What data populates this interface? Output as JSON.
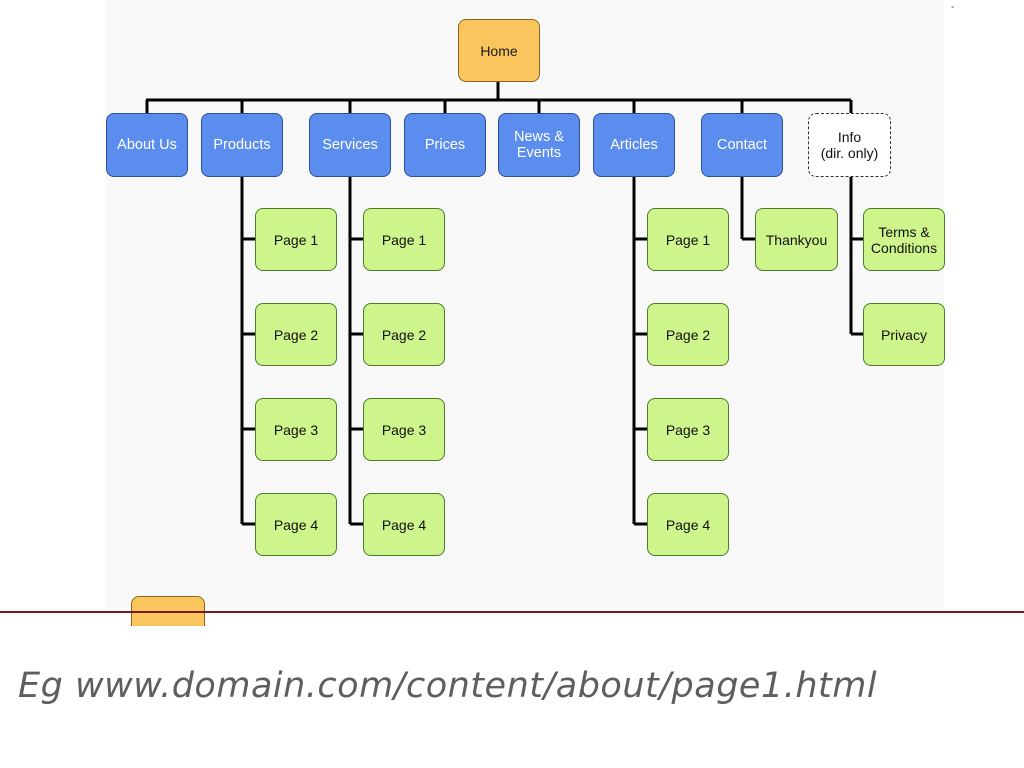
{
  "diagram": {
    "root": {
      "id": "home",
      "label": "Home"
    },
    "sections": [
      {
        "id": "about",
        "label": "About Us",
        "children": []
      },
      {
        "id": "products",
        "label": "Products",
        "children": [
          "Page 1",
          "Page 2",
          "Page 3",
          "Page 4"
        ]
      },
      {
        "id": "services",
        "label": "Services",
        "children": [
          "Page 1",
          "Page 2",
          "Page 3",
          "Page 4"
        ]
      },
      {
        "id": "prices",
        "label": "Prices",
        "children": []
      },
      {
        "id": "news",
        "label": "News &\nEvents",
        "children": []
      },
      {
        "id": "articles",
        "label": "Articles",
        "children": [
          "Page 1",
          "Page 2",
          "Page 3",
          "Page 4"
        ]
      },
      {
        "id": "contact",
        "label": "Contact",
        "children": [
          "Thankyou"
        ]
      },
      {
        "id": "info",
        "label": "Info\n(dir. only)",
        "style": "dashed",
        "children": [
          "Terms &\nConditions",
          "Privacy"
        ]
      }
    ]
  },
  "caption": "Eg www.domain.com/content/about/page1.html",
  "colors": {
    "home_fill": "#fbc55e",
    "section_fill": "#5b8def",
    "page_fill": "#cdf58c",
    "rule": "#7a1a1a"
  }
}
